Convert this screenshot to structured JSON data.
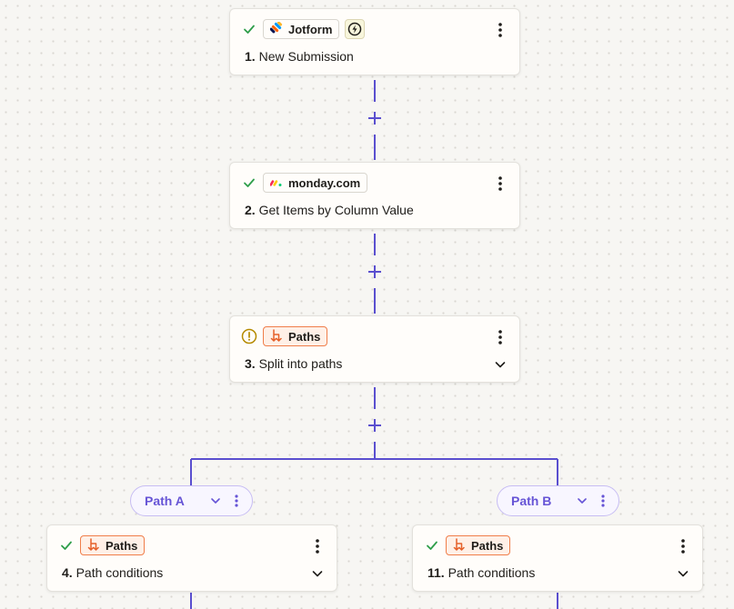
{
  "colors": {
    "connector": "#5a4fcf",
    "success": "#2e9e4a",
    "warning": "#b58a00",
    "paths_accent": "#f07e4a",
    "path_label": "#6654d6"
  },
  "steps": [
    {
      "number": "1.",
      "title": "New Submission",
      "app": "Jotform",
      "app_icon": "jotform-icon",
      "status": "success",
      "has_instant_badge": true
    },
    {
      "number": "2.",
      "title": "Get Items by Column Value",
      "app": "monday.com",
      "app_icon": "monday-icon",
      "status": "success"
    },
    {
      "number": "3.",
      "title": "Split into paths",
      "app": "Paths",
      "app_icon": "paths-icon",
      "status": "warning",
      "expandable": true
    },
    {
      "number": "4.",
      "title": "Path conditions",
      "app": "Paths",
      "app_icon": "paths-icon",
      "status": "success",
      "expandable": true
    },
    {
      "number": "11.",
      "title": "Path conditions",
      "app": "Paths",
      "app_icon": "paths-icon",
      "status": "success",
      "expandable": true
    }
  ],
  "paths": [
    {
      "label": "Path A"
    },
    {
      "label": "Path B"
    }
  ]
}
